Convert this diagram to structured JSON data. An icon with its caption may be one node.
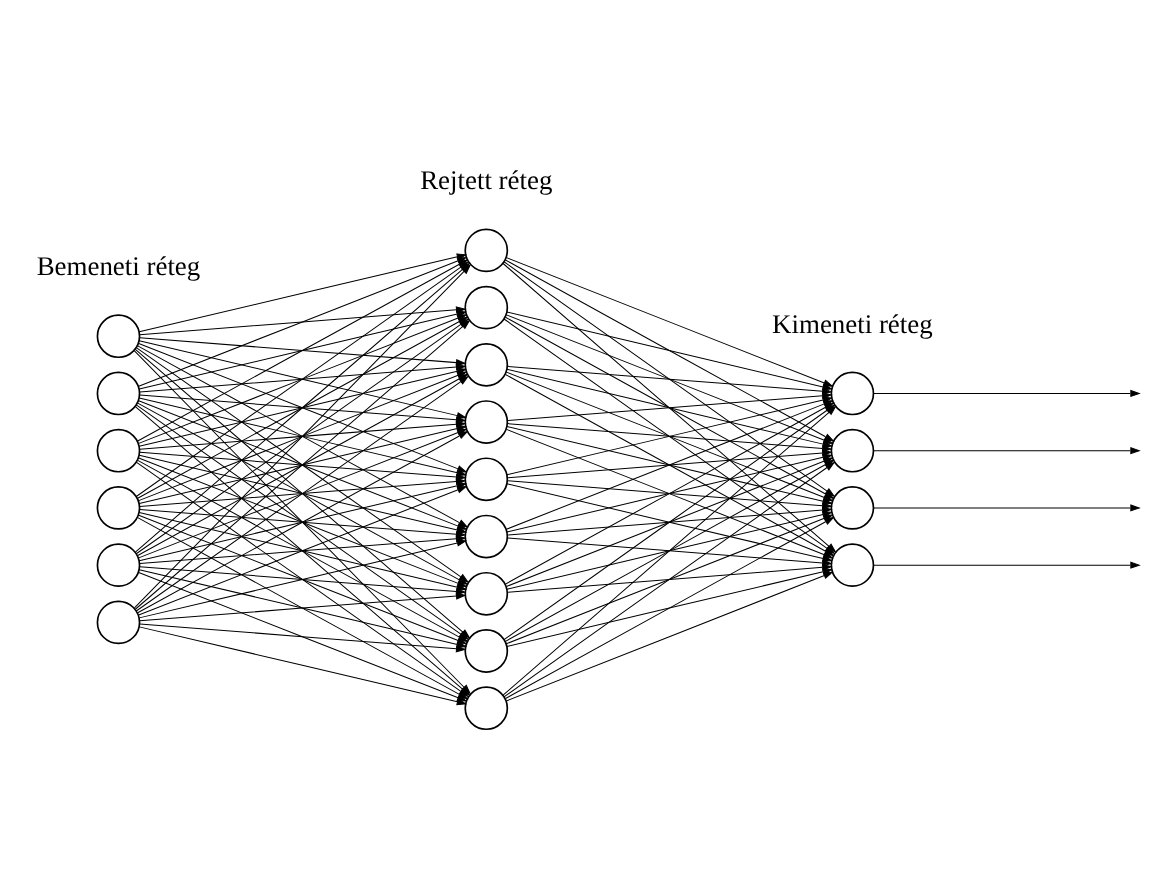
{
  "diagram": {
    "nodes": [
      {
        "text": [],
        "shape": "circle"
      },
      {
        "text": [],
        "shape": "circle"
      },
      {
        "text": [],
        "shape": "circle"
      },
      {
        "text": [],
        "shape": "circle"
      },
      {
        "text": [],
        "shape": "circle"
      },
      {
        "text": [],
        "shape": "circle"
      },
      {
        "text": [],
        "shape": "circle"
      },
      {
        "text": [],
        "shape": "circle"
      },
      {
        "text": [],
        "shape": "circle"
      },
      {
        "text": [],
        "shape": "circle"
      },
      {
        "text": [],
        "shape": "circle"
      },
      {
        "text": [],
        "shape": "circle"
      },
      {
        "text": [],
        "shape": "circle"
      },
      {
        "text": [],
        "shape": "circle"
      },
      {
        "text": [],
        "shape": "circle"
      },
      {
        "text": [],
        "shape": "circle"
      },
      {
        "text": [],
        "shape": "circle"
      },
      {
        "text": [],
        "shape": "circle"
      },
      {
        "text": [],
        "shape": "circle"
      }
    ],
    "edges": [
      {
        "from": 0,
        "to": 6,
        "arrow": "to"
      },
      {
        "from": 0,
        "to": 7,
        "arrow": "to"
      },
      {
        "from": 0,
        "to": 8,
        "arrow": "to"
      },
      {
        "from": 0,
        "to": 9,
        "arrow": "to"
      },
      {
        "from": 0,
        "to": 10,
        "arrow": "to"
      },
      {
        "from": 0,
        "to": 11,
        "arrow": "to"
      },
      {
        "from": 0,
        "to": 12,
        "arrow": "to"
      },
      {
        "from": 0,
        "to": 13,
        "arrow": "to"
      },
      {
        "from": 0,
        "to": 14,
        "arrow": "to"
      },
      {
        "from": 1,
        "to": 6,
        "arrow": "to"
      },
      {
        "from": 1,
        "to": 7,
        "arrow": "to"
      },
      {
        "from": 1,
        "to": 8,
        "arrow": "to"
      },
      {
        "from": 1,
        "to": 9,
        "arrow": "to"
      },
      {
        "from": 1,
        "to": 10,
        "arrow": "to"
      },
      {
        "from": 1,
        "to": 11,
        "arrow": "to"
      },
      {
        "from": 1,
        "to": 12,
        "arrow": "to"
      },
      {
        "from": 1,
        "to": 13,
        "arrow": "to"
      },
      {
        "from": 1,
        "to": 14,
        "arrow": "to"
      },
      {
        "from": 2,
        "to": 6,
        "arrow": "to"
      },
      {
        "from": 2,
        "to": 7,
        "arrow": "to"
      },
      {
        "from": 2,
        "to": 8,
        "arrow": "to"
      },
      {
        "from": 2,
        "to": 9,
        "arrow": "to"
      },
      {
        "from": 2,
        "to": 10,
        "arrow": "to"
      },
      {
        "from": 2,
        "to": 11,
        "arrow": "to"
      },
      {
        "from": 2,
        "to": 12,
        "arrow": "to"
      },
      {
        "from": 2,
        "to": 13,
        "arrow": "to"
      },
      {
        "from": 2,
        "to": 14,
        "arrow": "to"
      },
      {
        "from": 3,
        "to": 6,
        "arrow": "to"
      },
      {
        "from": 3,
        "to": 7,
        "arrow": "to"
      },
      {
        "from": 3,
        "to": 8,
        "arrow": "to"
      },
      {
        "from": 3,
        "to": 9,
        "arrow": "to"
      },
      {
        "from": 3,
        "to": 10,
        "arrow": "to"
      },
      {
        "from": 3,
        "to": 11,
        "arrow": "to"
      },
      {
        "from": 3,
        "to": 12,
        "arrow": "to"
      },
      {
        "from": 3,
        "to": 13,
        "arrow": "to"
      },
      {
        "from": 3,
        "to": 14,
        "arrow": "to"
      },
      {
        "from": 4,
        "to": 6,
        "arrow": "to"
      },
      {
        "from": 4,
        "to": 7,
        "arrow": "to"
      },
      {
        "from": 4,
        "to": 8,
        "arrow": "to"
      },
      {
        "from": 4,
        "to": 9,
        "arrow": "to"
      },
      {
        "from": 4,
        "to": 10,
        "arrow": "to"
      },
      {
        "from": 4,
        "to": 11,
        "arrow": "to"
      },
      {
        "from": 4,
        "to": 12,
        "arrow": "to"
      },
      {
        "from": 4,
        "to": 13,
        "arrow": "to"
      },
      {
        "from": 4,
        "to": 14,
        "arrow": "to"
      },
      {
        "from": 5,
        "to": 6,
        "arrow": "to"
      },
      {
        "from": 5,
        "to": 7,
        "arrow": "to"
      },
      {
        "from": 5,
        "to": 8,
        "arrow": "to"
      },
      {
        "from": 5,
        "to": 9,
        "arrow": "to"
      },
      {
        "from": 5,
        "to": 10,
        "arrow": "to"
      },
      {
        "from": 5,
        "to": 11,
        "arrow": "to"
      },
      {
        "from": 5,
        "to": 12,
        "arrow": "to"
      },
      {
        "from": 5,
        "to": 13,
        "arrow": "to"
      },
      {
        "from": 5,
        "to": 14,
        "arrow": "to"
      },
      {
        "from": 6,
        "to": 15,
        "arrow": "to"
      },
      {
        "from": 6,
        "to": 16,
        "arrow": "to"
      },
      {
        "from": 6,
        "to": 17,
        "arrow": "to"
      },
      {
        "from": 6,
        "to": 18,
        "arrow": "to"
      },
      {
        "from": 7,
        "to": 15,
        "arrow": "to"
      },
      {
        "from": 7,
        "to": 16,
        "arrow": "to"
      },
      {
        "from": 7,
        "to": 17,
        "arrow": "to"
      },
      {
        "from": 7,
        "to": 18,
        "arrow": "to"
      },
      {
        "from": 8,
        "to": 15,
        "arrow": "to"
      },
      {
        "from": 8,
        "to": 16,
        "arrow": "to"
      },
      {
        "from": 8,
        "to": 17,
        "arrow": "to"
      },
      {
        "from": 8,
        "to": 18,
        "arrow": "to"
      },
      {
        "from": 9,
        "to": 15,
        "arrow": "to"
      },
      {
        "from": 9,
        "to": 16,
        "arrow": "to"
      },
      {
        "from": 9,
        "to": 17,
        "arrow": "to"
      },
      {
        "from": 9,
        "to": 18,
        "arrow": "to"
      },
      {
        "from": 10,
        "to": 15,
        "arrow": "to"
      },
      {
        "from": 10,
        "to": 16,
        "arrow": "to"
      },
      {
        "from": 10,
        "to": 17,
        "arrow": "to"
      },
      {
        "from": 10,
        "to": 18,
        "arrow": "to"
      },
      {
        "from": 11,
        "to": 15,
        "arrow": "to"
      },
      {
        "from": 11,
        "to": 16,
        "arrow": "to"
      },
      {
        "from": 11,
        "to": 17,
        "arrow": "to"
      },
      {
        "from": 11,
        "to": 18,
        "arrow": "to"
      },
      {
        "from": 12,
        "to": 15,
        "arrow": "to"
      },
      {
        "from": 12,
        "to": 16,
        "arrow": "to"
      },
      {
        "from": 12,
        "to": 17,
        "arrow": "to"
      },
      {
        "from": 12,
        "to": 18,
        "arrow": "to"
      },
      {
        "from": 13,
        "to": 15,
        "arrow": "to"
      },
      {
        "from": 13,
        "to": 16,
        "arrow": "to"
      },
      {
        "from": 13,
        "to": 17,
        "arrow": "to"
      },
      {
        "from": 13,
        "to": 18,
        "arrow": "to"
      },
      {
        "from": 14,
        "to": 15,
        "arrow": "to"
      },
      {
        "from": 14,
        "to": 16,
        "arrow": "to"
      },
      {
        "from": 14,
        "to": 17,
        "arrow": "to"
      },
      {
        "from": 14,
        "to": 18,
        "arrow": "to"
      },
      {
        "from": 15,
        "to": null,
        "arrow": "to"
      },
      {
        "from": 16,
        "to": null,
        "arrow": "to"
      },
      {
        "from": 17,
        "to": null,
        "arrow": "to"
      },
      {
        "from": 18,
        "to": null,
        "arrow": "to"
      }
    ],
    "labels": [
      "Rejtett réteg",
      "Bemeneti réteg",
      "Kimeneti réteg"
    ]
  }
}
